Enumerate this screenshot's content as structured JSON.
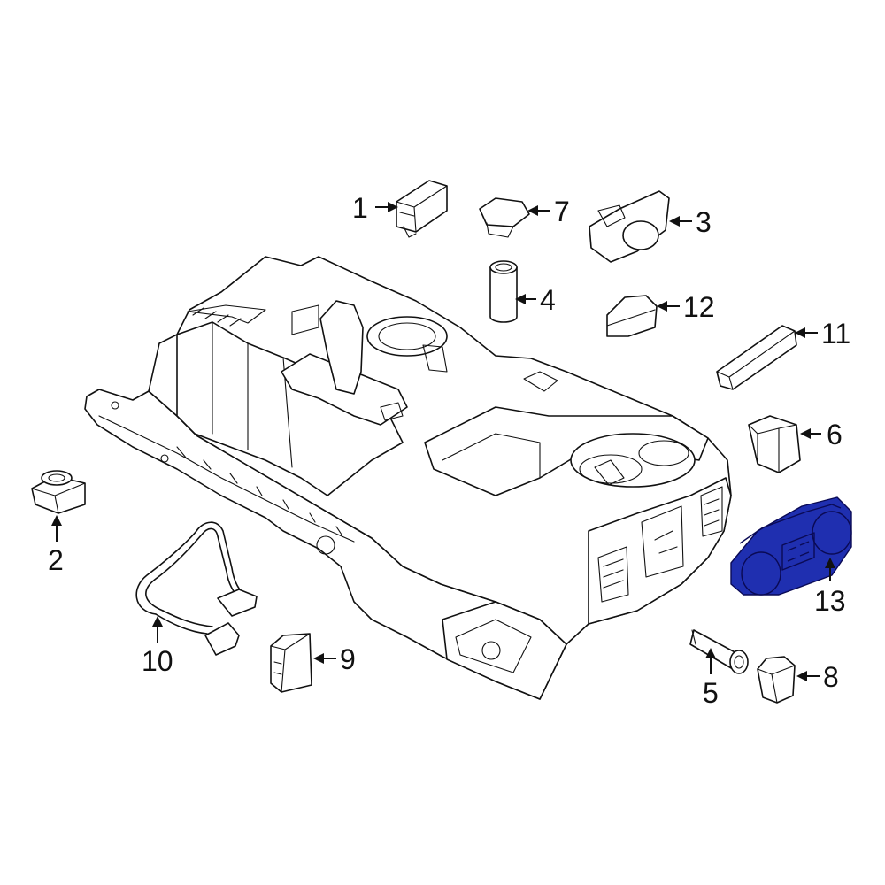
{
  "diagram": {
    "highlight_color": "#1f2fb0",
    "callouts": [
      {
        "id": "1",
        "label": "1"
      },
      {
        "id": "2",
        "label": "2"
      },
      {
        "id": "3",
        "label": "3"
      },
      {
        "id": "4",
        "label": "4"
      },
      {
        "id": "5",
        "label": "5"
      },
      {
        "id": "6",
        "label": "6"
      },
      {
        "id": "7",
        "label": "7"
      },
      {
        "id": "8",
        "label": "8"
      },
      {
        "id": "9",
        "label": "9"
      },
      {
        "id": "10",
        "label": "10"
      },
      {
        "id": "11",
        "label": "11"
      },
      {
        "id": "12",
        "label": "12"
      },
      {
        "id": "13",
        "label": "13"
      }
    ],
    "highlighted_callout": "13"
  }
}
